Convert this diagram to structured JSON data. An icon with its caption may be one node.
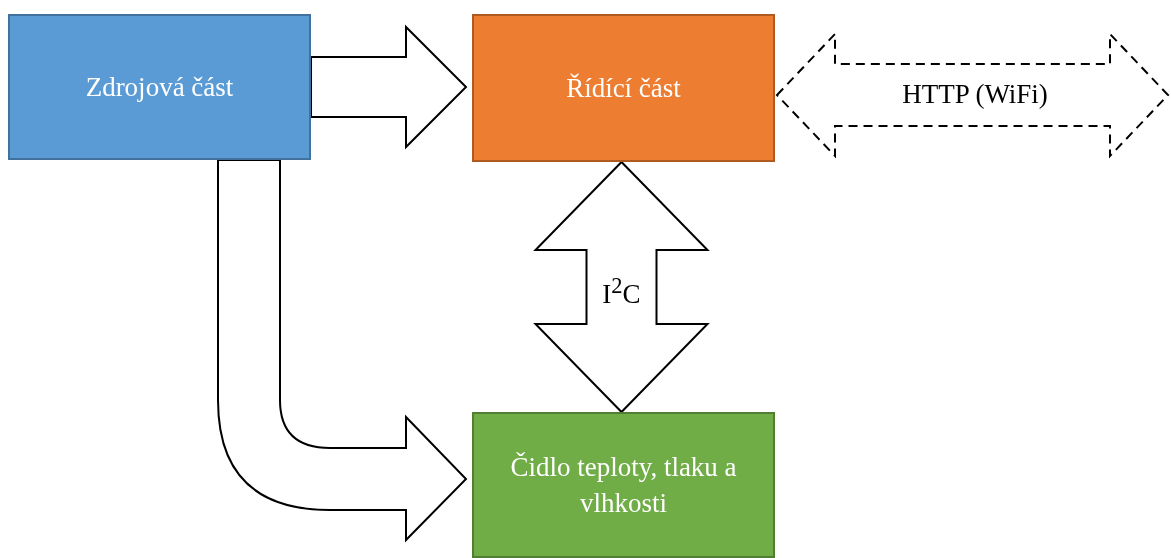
{
  "diagram": {
    "nodes": [
      {
        "text": [
          "Zdrojová část"
        ]
      },
      {
        "text": [
          "Řídící část"
        ]
      },
      {
        "text": [
          "Čidlo teploty, tlaku a vlhkosti"
        ]
      }
    ],
    "edges": [
      {
        "from": 0,
        "to": 1,
        "arrow": "to"
      },
      {
        "from": 1,
        "to": 2,
        "arrow": "both",
        "label": "I$^{2}$C"
      },
      {
        "from": 0,
        "to": 2,
        "arrow": "to"
      },
      {
        "from": 1,
        "to": null,
        "arrow": "both",
        "style": "dashed",
        "label": "HTTP (WiFi)"
      }
    ]
  }
}
